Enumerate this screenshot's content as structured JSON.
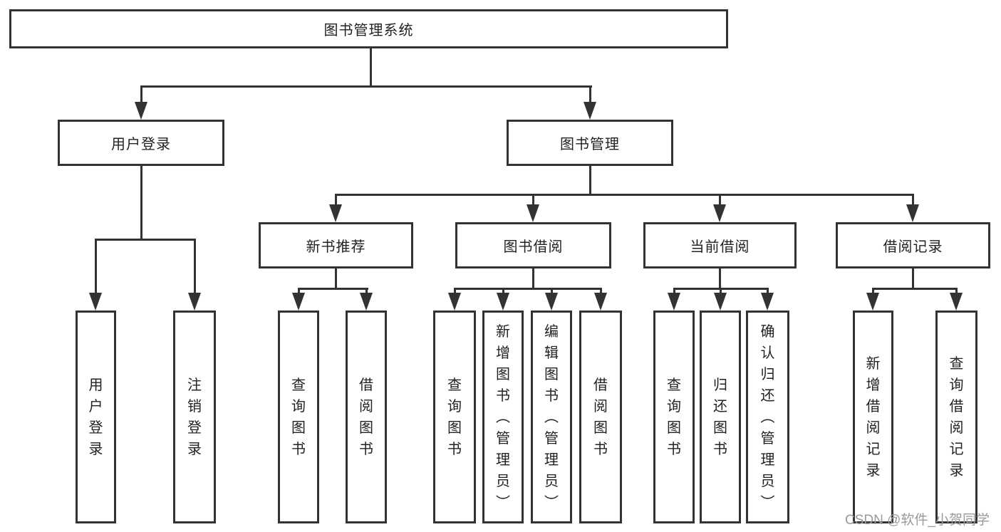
{
  "colors": {
    "line": "#333333",
    "text": "#222222",
    "watermark": "#9a9a9a",
    "background": "#ffffff"
  },
  "tree": {
    "root": {
      "label": "图书管理系统"
    },
    "children": [
      {
        "label": "用户登录",
        "children": [
          "用户登录",
          "注销登录"
        ]
      },
      {
        "label": "图书管理",
        "children": [
          {
            "label": "新书推荐",
            "children": [
              "查询图书",
              "借阅图书"
            ]
          },
          {
            "label": "图书借阅",
            "children": [
              "查询图书",
              "新增图书（管理员）",
              "编辑图书（管理员）",
              "借阅图书"
            ]
          },
          {
            "label": "当前借阅",
            "children": [
              "查询图书",
              "归还图书",
              "确认归还（管理员）"
            ]
          },
          {
            "label": "借阅记录",
            "children": [
              "新增借阅记录",
              "查询借阅记录"
            ]
          }
        ]
      }
    ]
  },
  "watermark": "CSDN @软件_小贺同学"
}
